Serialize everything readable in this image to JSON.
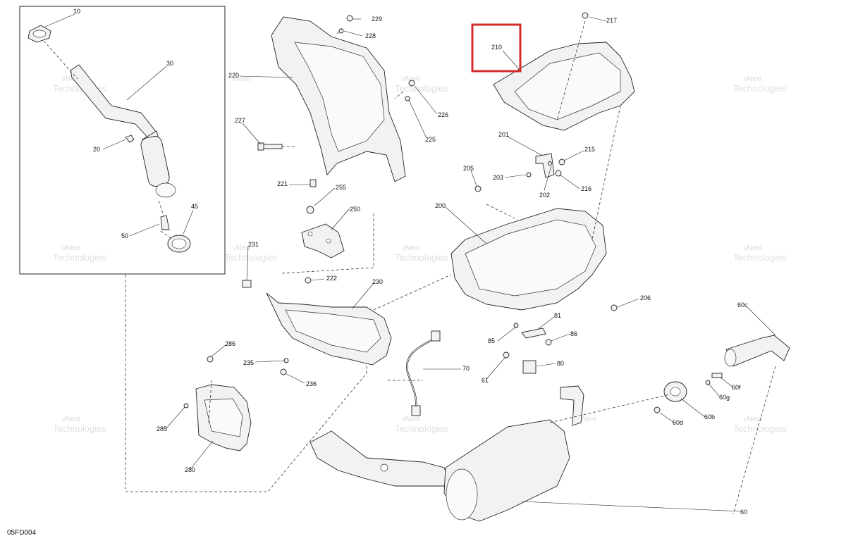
{
  "diagram_code": "05FD004",
  "watermark": {
    "line1": "vNext",
    "line2": "Technologies"
  },
  "highlight": {
    "part": "210",
    "color": "#d42b2b"
  },
  "callouts": {
    "c10": "10",
    "c30": "30",
    "c20": "20",
    "c45": "45",
    "c50": "50",
    "c229": "229",
    "c228": "228",
    "c220": "220",
    "c226": "226",
    "c225": "225",
    "c227": "227",
    "c221": "221",
    "c255": "255",
    "c250": "250",
    "c231": "231",
    "c222": "222",
    "c230": "230",
    "c286": "286",
    "c235": "235",
    "c236": "236",
    "c285": "285",
    "c280": "280",
    "c217": "217",
    "c210": "210",
    "c201": "201",
    "c215": "215",
    "c203": "203",
    "c202": "202",
    "c216": "216",
    "c205": "205",
    "c200": "200",
    "c206": "206",
    "c81": "81",
    "c85": "85",
    "c86": "86",
    "c80": "80",
    "c61": "61",
    "c70": "70",
    "c60c": "60c",
    "c60f": "60f",
    "c60g": "60g",
    "c60b": "60b",
    "c60d": "60d",
    "c60": "60"
  }
}
